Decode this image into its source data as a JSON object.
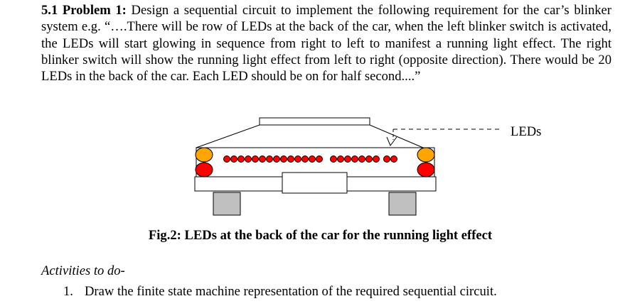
{
  "problem": {
    "heading": "5.1 Problem 1:",
    "text": " Design a sequential circuit to implement the following requirement for the car’s blinker system e.g. “….There will be row of LEDs at the back of the car, when the left blinker switch is activated, the LEDs will start glowing in sequence from right to left to manifest a running light effect. The right blinker switch will show the running light effect from left to right (opposite direction). There would be 20 LEDs in the back of the car. Each LED should be on for half second....”"
  },
  "figure": {
    "leds_label": "LEDs",
    "caption": "Fig.2: LEDs at the back of the car for the running light effect",
    "colors": {
      "outline": "#000000",
      "led_fill": "#ff0000",
      "amber": "#ffa500",
      "red": "#ff0000",
      "tyre": "#c0c0c0"
    }
  },
  "activities": {
    "heading": "Activities to do-",
    "items": [
      {
        "num": "1.",
        "text": "Draw the finite state machine representation of the required sequential circuit."
      }
    ]
  }
}
